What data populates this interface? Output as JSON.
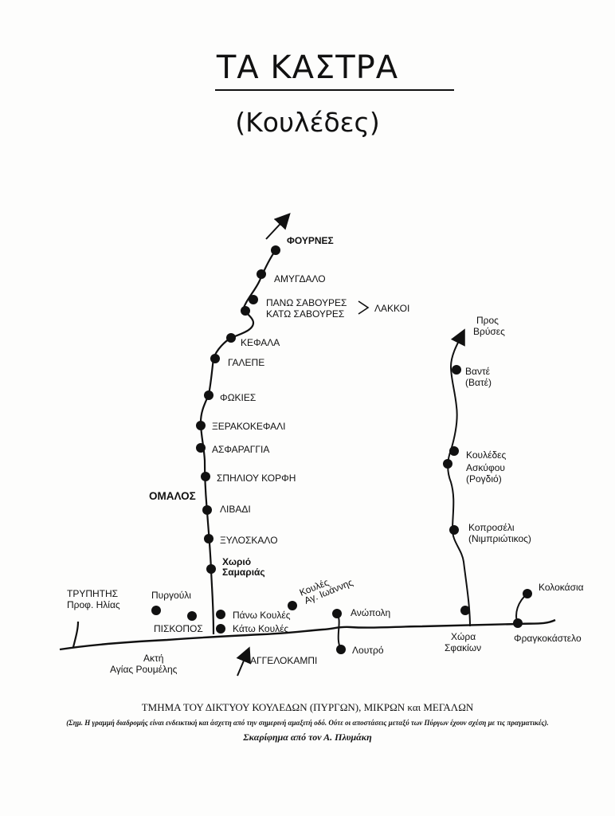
{
  "title": "ΤΑ ΚΑΣΤΡΑ",
  "subtitle": "(Κουλέδες)",
  "places": {
    "fournes": "ΦΟΥΡΝΕΣ",
    "amygdalo": "ΑΜΥΓΔΑΛΟ",
    "pano_savoures": "ΠΑΝΩ ΣΑΒΟΥΡΕΣ",
    "kato_savoures": "ΚΑΤΩ ΣΑΒΟΥΡΕΣ",
    "lakkoi": "ΛΑΚΚΟΙ",
    "kefala": "ΚΕΦΑΛΑ",
    "galepe": "ΓΑΛΕΠΕ",
    "fokies": "ΦΩΚΙΕΣ",
    "xerakokefali": "ΞΕΡΑΚΟΚΕΦΑΛΙ",
    "asfaraggia": "ΑΣΦΑΡΑΓΓΙΑ",
    "spiliou_korfi": "ΣΠΗΛΙΟΥ ΚΟΡΦΗ",
    "omalos": "ΟΜΑΛΟΣ",
    "livadi": "ΛΙΒΑΔΙ",
    "xyloskalo": "ΞΥΛΟΣΚΑΛΟ",
    "xorio_1": "Χωριό",
    "xorio_2": "Σαμαριάς",
    "koules_ag_1": "Κουλές",
    "koules_ag_2": "Αγ. Ιωάννης",
    "anopoli": "Ανώπολη",
    "trypitis_1": "ΤΡΥΠΗΤΗΣ",
    "trypitis_2": "Προφ. Ηλίας",
    "pyrgouli": "Πυργούλι",
    "piskopos": "ΠΙΣΚΟΠΟΣ",
    "pano_koules": "Πάνω Κουλές",
    "kato_koules": "Κάτω Κουλές",
    "akti_1": "Ακτή",
    "akti_2": "Αγίας Ρουμέλης",
    "aggelokampi": "ΑΓΓΕΛΟΚΑΜΠΙ",
    "loutro": "Λουτρό",
    "pros_1": "Προς",
    "pros_2": "Βρύσες",
    "vante_1": "Βαντέ",
    "vante_2": "(Βατέ)",
    "kouledes": "Κουλέδες",
    "askyfou_1": "Ασκύφου",
    "askyfou_2": "(Ρογδιό)",
    "koprosseli_1": "Κοπροσέλι",
    "koprosseli_2": "(Νιμπριώτικος)",
    "chora_1": "Χώρα",
    "chora_2": "Σφακίων",
    "kolokasia": "Κολοκάσια",
    "fragkokastelo": "Φραγκοκάστελο"
  },
  "footer": {
    "line1": "ΤΜΗΜΑ ΤΟΥ ΔΙΚΤΥΟΥ ΚΟΥΛΕΔΩΝ (ΠΥΡΓΩΝ), ΜΙΚΡΩΝ και ΜΕΓΑΛΩΝ",
    "line2": "(Σημ. Η γραμμή διαδρομής είναι ενδεικτική και άσχετη από την σημερινή αμαξιτή οδό. Ούτε οι αποστάσεις μεταξύ των Πύργων έχουν σχέση με τις πραγματικές).",
    "line3": "Σκαρίφημα από τον Α. Πλυμάκη"
  }
}
